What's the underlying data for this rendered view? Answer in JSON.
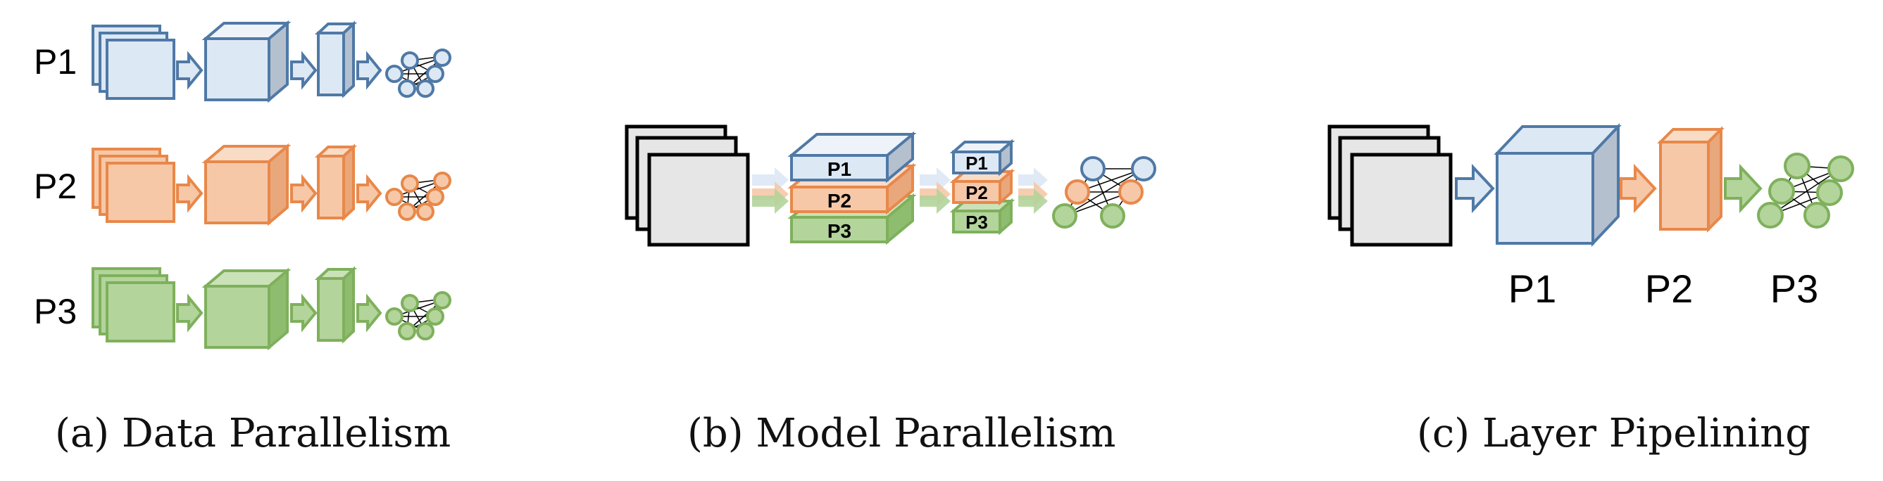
{
  "colors": {
    "p1_stroke": "#4f79a6",
    "p1_front": "#dde8f5",
    "p1_top": "#eef3fa",
    "p1_side": "#b5c0cf",
    "p2_stroke": "#e8884a",
    "p2_front": "#f6c8a8",
    "p2_top": "#f9dcc6",
    "p2_side": "#e9a77c",
    "p3_stroke": "#7fb05c",
    "p3_front": "#b3d49b",
    "p3_top": "#cbe2b8",
    "p3_side": "#8fbd6f",
    "input_fill": "#e6e6e6",
    "input_stroke": "#000000"
  },
  "panels": [
    {
      "caption": "(a) Data Parallelism",
      "processors": [
        "P1",
        "P2",
        "P3"
      ]
    },
    {
      "caption": "(b) Model Parallelism",
      "processors": [
        "P1",
        "P2",
        "P3"
      ]
    },
    {
      "caption": "(c) Layer Pipelining",
      "processors": [
        "P1",
        "P2",
        "P3"
      ]
    }
  ]
}
